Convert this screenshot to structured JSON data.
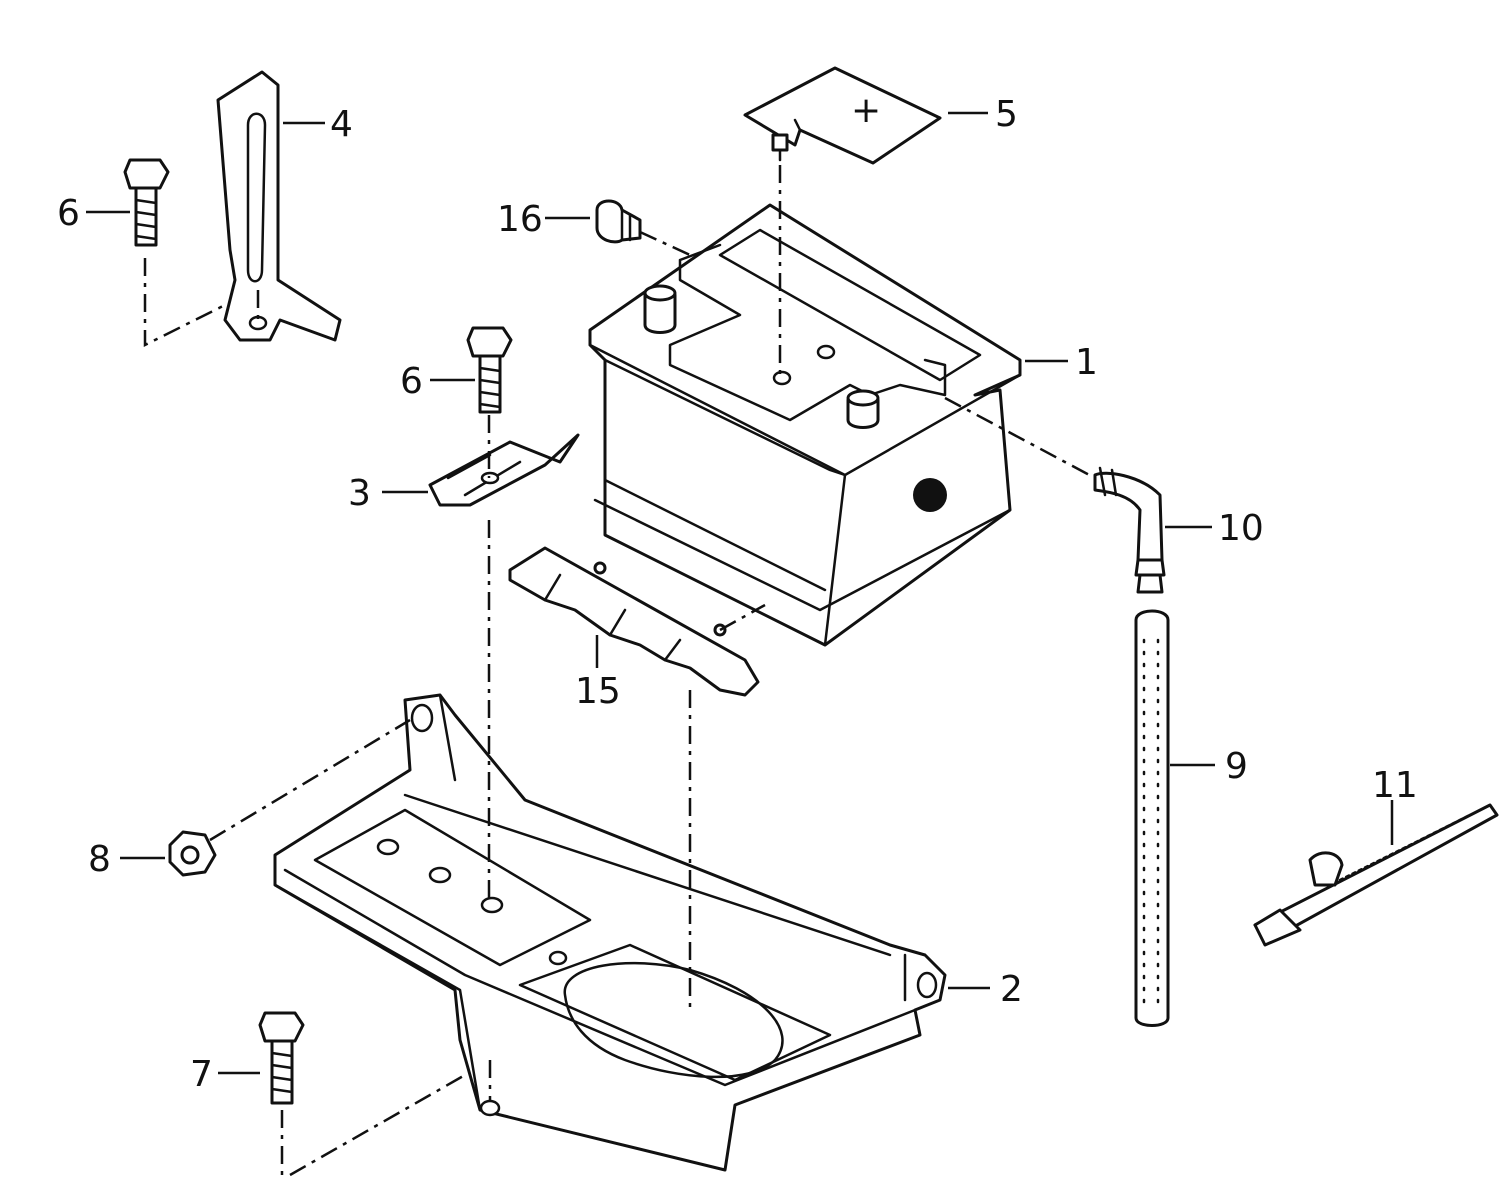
{
  "callouts": {
    "c1": "1",
    "c2": "2",
    "c3": "3",
    "c4": "4",
    "c5": "5",
    "c6a": "6",
    "c6b": "6",
    "c7": "7",
    "c8": "8",
    "c9": "9",
    "c10": "10",
    "c11": "11",
    "c15": "15",
    "c16": "16"
  },
  "battery_cap_symbol": "+"
}
